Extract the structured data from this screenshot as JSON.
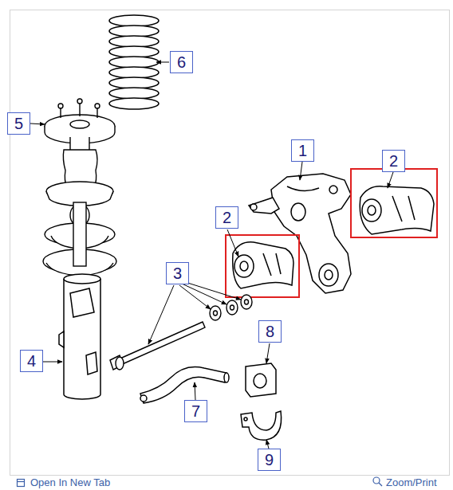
{
  "diagram": {
    "nodes": [
      {
        "text": [
          "6"
        ]
      },
      {
        "text": [
          "5"
        ]
      },
      {
        "text": [
          "1"
        ]
      },
      {
        "text": [
          "2"
        ]
      },
      {
        "text": [
          "2"
        ]
      },
      {
        "text": [
          "3"
        ]
      },
      {
        "text": [
          "8"
        ]
      },
      {
        "text": [
          "4"
        ]
      },
      {
        "text": [
          "7"
        ]
      },
      {
        "text": [
          "9"
        ]
      }
    ],
    "labels": [
      "Open In New Tab",
      "Zoom/Print"
    ]
  }
}
